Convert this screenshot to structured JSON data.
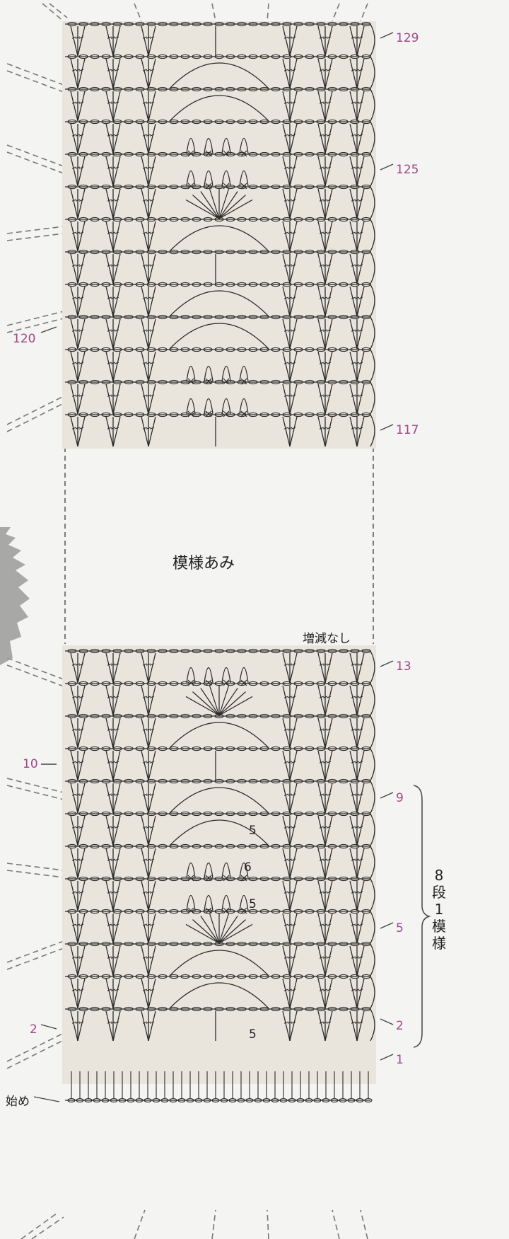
{
  "center_label": "模様あみ",
  "no_change_note": "増減なし",
  "start_label": "始め",
  "row_labels": {
    "r129": "129",
    "r125": "125",
    "r120": "120",
    "r117": "117",
    "r13": "13",
    "r10": "10",
    "r9": "9",
    "r5": "5",
    "r2_right": "2",
    "r2_left": "2",
    "r1": "1"
  },
  "chain_counts": {
    "c1": "5",
    "c2": "6",
    "c3": "5",
    "c4": "5"
  },
  "repeat_note": {
    "line1": "8",
    "line2": "段",
    "line3": "1",
    "line4": "模",
    "line5": "様"
  },
  "colors": {
    "panel": "#e9e5dd",
    "background": "#f4f4f2",
    "ink": "#2a2a2a",
    "row_number": "#a0488a"
  }
}
